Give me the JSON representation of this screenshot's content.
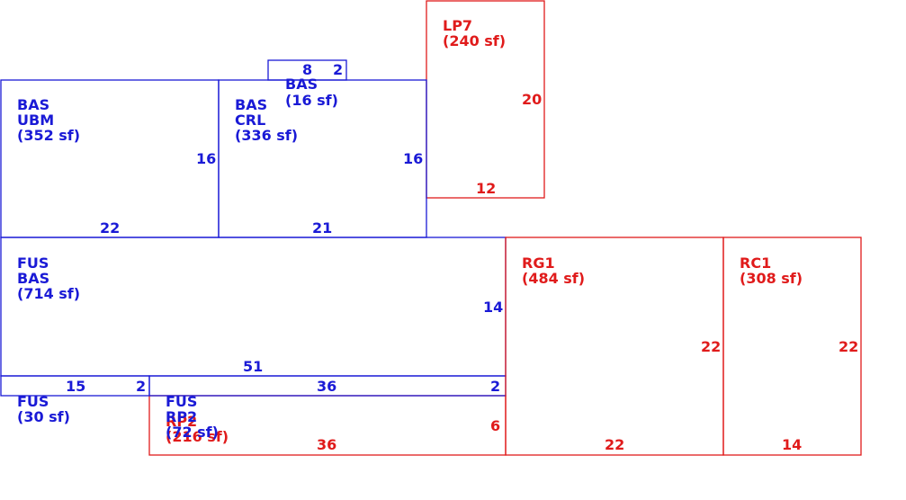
{
  "colors": {
    "main": "#1a1ad6",
    "secondary": "#e01b1b"
  },
  "areas": {
    "bas_ubm": {
      "line1": "BAS",
      "line2": "UBM",
      "line3": "(352 sf)",
      "dim_right": "16",
      "dim_bottom": "22"
    },
    "bas_crl": {
      "line1": "BAS",
      "line2": "CRL",
      "line3": "(336 sf)",
      "dim_right": "16",
      "dim_bottom": "21"
    },
    "bas_small": {
      "line1": "BAS",
      "line2": "(16 sf)",
      "dim_top": "8",
      "dim_right": "2"
    },
    "lp7": {
      "line1": "LP7",
      "line2": "(240 sf)",
      "dim_right": "20",
      "dim_bottom": "12"
    },
    "fus_bas": {
      "line1": "FUS",
      "line2": "BAS",
      "line3": "(714 sf)",
      "dim_right": "14",
      "dim_bottom": "51"
    },
    "fus_small": {
      "line1": "FUS",
      "line2": "(30 sf)",
      "dim_top": "15",
      "dim_right": "2"
    },
    "fus_rp2": {
      "line1": "FUS",
      "line2": "RP2",
      "line3": "(72 sf)",
      "dim_top": "36",
      "dim_right": "2"
    },
    "rp2": {
      "line1": "RP2",
      "line2": "(216 sf)",
      "dim_right": "6",
      "dim_bottom": "36"
    },
    "rg1": {
      "line1": "RG1",
      "line2": "(484 sf)",
      "dim_right": "22",
      "dim_bottom": "22"
    },
    "rc1": {
      "line1": "RC1",
      "line2": "(308 sf)",
      "dim_right": "22",
      "dim_bottom": "14"
    }
  }
}
